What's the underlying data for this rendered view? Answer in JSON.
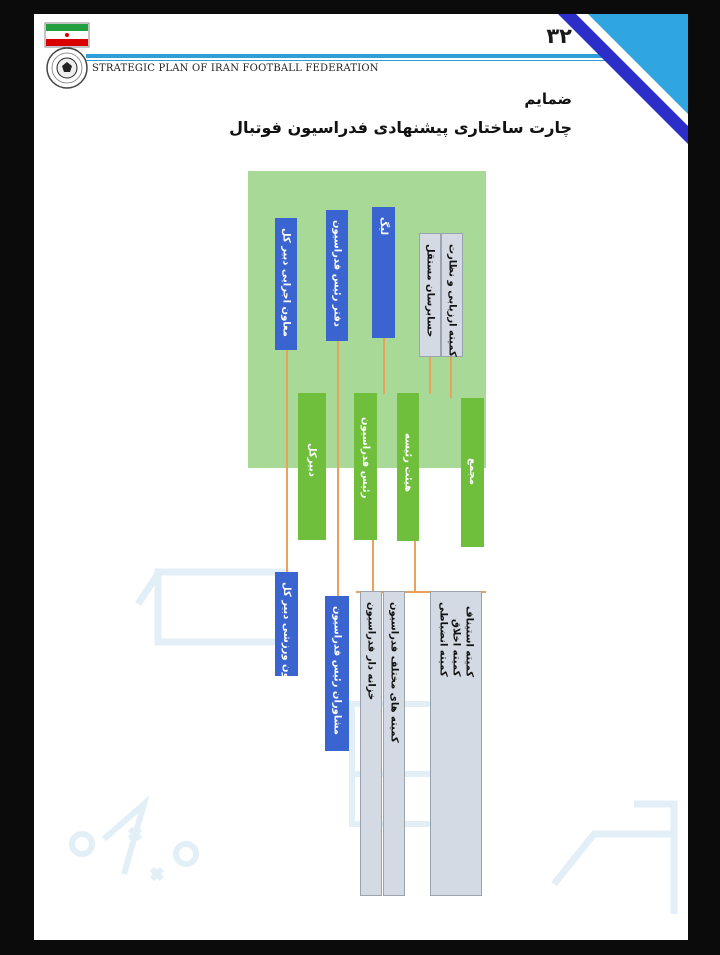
{
  "header": {
    "page_number": "۳۲",
    "running_title": "STRATEGIC PLAN OF IRAN FOOTBALL FEDERATION"
  },
  "section": {
    "appendix_label": "ضمایم",
    "chart_title": "چارت ساختاری پیشنهادی فدراسیون فوتبال"
  },
  "org_chart": {
    "top_row": {
      "exec_deputy": "معاون اجرایی دبیر کل",
      "president_office": "دفتر رئیس فدراسیون",
      "league": "لیگ",
      "ethics_committee": "کمیته ارزیابی و نظارت",
      "independent_auditors": "حسابرسان مستقل"
    },
    "middle_row": {
      "secretary_general": "دبیرکل",
      "federation_president": "رئیس فدراسیون",
      "board": "هیئت رئیسه",
      "general_assembly": "مجمع"
    },
    "bottom_row": {
      "sports_deputy": "معاون ورزشی دبیر کل",
      "president_advisors": "مشاوران رئیس فدراسیون",
      "treasurer": "خزانه دار فدراسیون",
      "various_committees": "کمیته های مختلف فدراسیون",
      "judicial_committees": [
        "کمیته استیناف",
        "کمیته اخلاق",
        "کمیته انضباطی"
      ]
    }
  },
  "colors": {
    "blue_box": "#3a64cf",
    "green_box": "#6fbf3c",
    "green_background": "#9fd58b",
    "grey_box": "#d4dae3",
    "connector": "#e9a25a",
    "header_accent": "#2f9fd7"
  }
}
